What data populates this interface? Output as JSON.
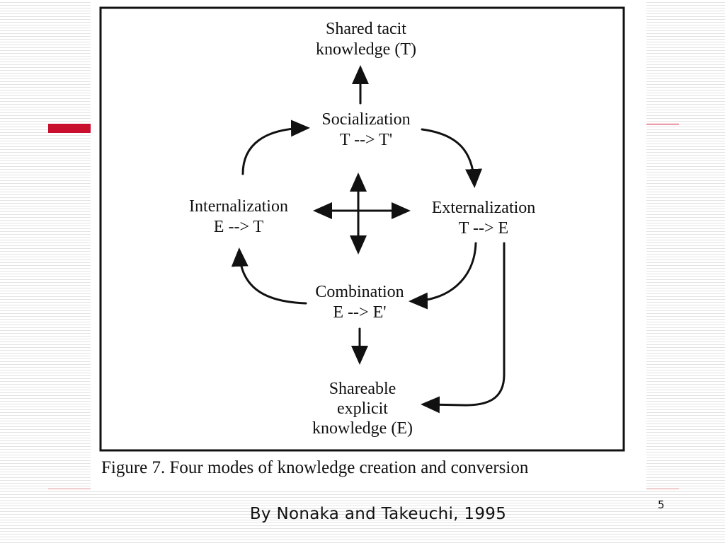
{
  "diagram": {
    "nodes": {
      "shared_tacit": [
        "Shared tacit",
        "knowledge (T)"
      ],
      "socialization": [
        "Socialization",
        "T --> T'"
      ],
      "internalization": [
        "Internalization",
        "E --> T"
      ],
      "externalization": [
        "Externalization",
        "T --> E"
      ],
      "combination": [
        "Combination",
        "E --> E'"
      ],
      "shareable_explicit": [
        "Shareable",
        "explicit",
        "knowledge (E)"
      ]
    },
    "edges": [
      {
        "from": "socialization",
        "to": "shared_tacit"
      },
      {
        "from": "internalization",
        "to": "socialization"
      },
      {
        "from": "socialization",
        "to": "externalization"
      },
      {
        "from": "externalization",
        "to": "combination"
      },
      {
        "from": "combination",
        "to": "internalization"
      },
      {
        "from": "combination",
        "to": "shareable_explicit"
      },
      {
        "from": "externalization",
        "to": "shareable_explicit"
      },
      {
        "from": "center",
        "to": "socialization"
      },
      {
        "from": "center",
        "to": "combination"
      },
      {
        "from": "center",
        "to": "internalization"
      },
      {
        "from": "center",
        "to": "externalization"
      }
    ]
  },
  "caption": "Figure 7. Four modes of knowledge creation and conversion",
  "attribution": "By Nonaka and Takeuchi, 1995",
  "slide_number": "5",
  "colors": {
    "accent": "#c8102e",
    "ink": "#111111"
  }
}
